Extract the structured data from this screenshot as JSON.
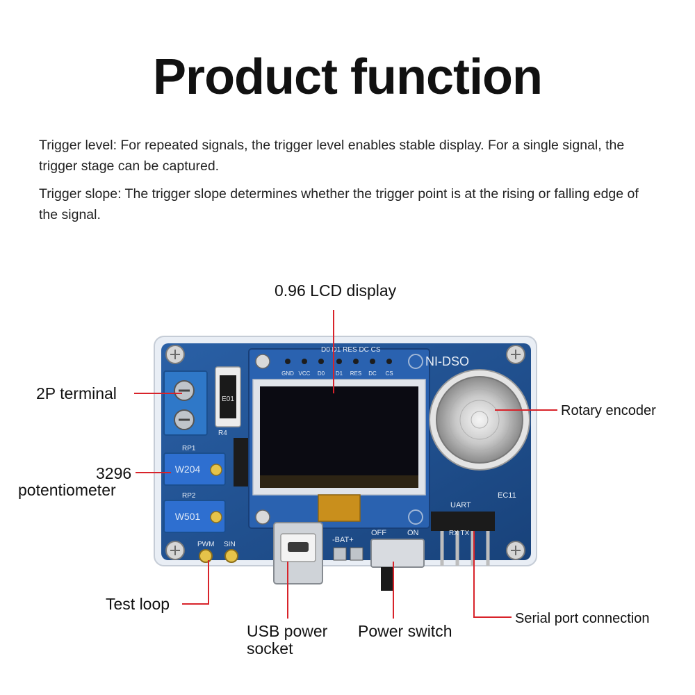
{
  "title": "Product function",
  "paragraphs": {
    "trigger_level": "Trigger level: For repeated signals, the trigger level enables stable display. For a single signal, the trigger stage can be captured.",
    "trigger_slope": "Trigger slope: The trigger slope determines whether the trigger point is at the rising or falling edge of the signal."
  },
  "callouts": {
    "lcd_display": "0.96 LCD display",
    "two_p_terminal": "2P terminal",
    "rotary_encoder": "Rotary encoder",
    "potentiometer_line1": "3296",
    "potentiometer_line2": "potentiometer",
    "test_loop": "Test loop",
    "usb_line1": "USB power",
    "usb_line2": "socket",
    "power_switch": "Power switch",
    "serial_port": "Serial port connection"
  },
  "board_silkscreen": {
    "brand": "NI-DSO",
    "pins": [
      "GND",
      "VCC",
      "D0",
      "D1",
      "RES",
      "DC",
      "CS"
    ],
    "header_top": "D0 D1 RES DC CS",
    "rp1": "RP1",
    "rp2": "RP2",
    "pot1": "W204",
    "pot2": "W501",
    "r4": "R4",
    "ec11": "EC11",
    "uart": "UART",
    "uart_pins": "RX TX",
    "bat": "-BAT+",
    "off": "OFF",
    "on": "ON",
    "pwm": "PWM",
    "sin": "SIN",
    "e01": "E01"
  },
  "colors": {
    "accent_line": "#d8232a",
    "pcb_blue": "#1f4f8f",
    "text": "#111111"
  }
}
